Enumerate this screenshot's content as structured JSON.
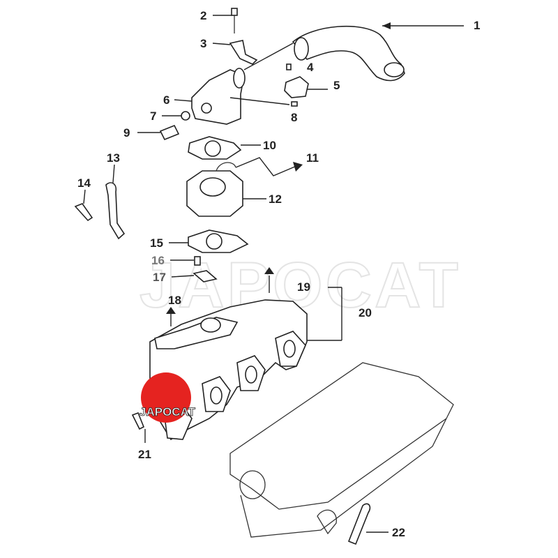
{
  "watermark": "JAPOCAT",
  "logo": {
    "text": "JAPOCAT",
    "color": "#e52320"
  },
  "callouts": [
    "1",
    "2",
    "3",
    "4",
    "5",
    "6",
    "7",
    "8",
    "9",
    "10",
    "11",
    "12",
    "13",
    "14",
    "15",
    "16",
    "17",
    "18",
    "19",
    "20",
    "21",
    "22"
  ]
}
